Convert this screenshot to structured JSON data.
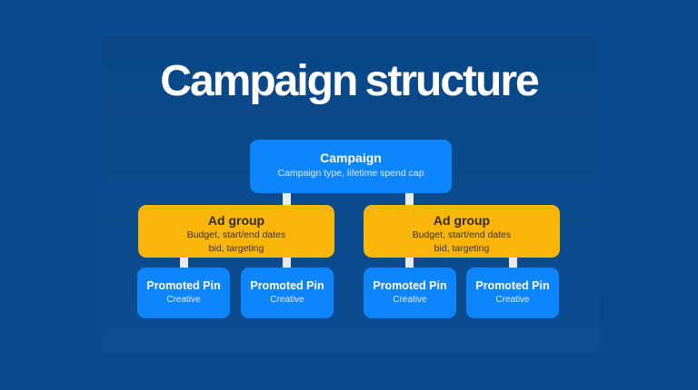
{
  "title": "Campaign structure",
  "colors": {
    "background": "#094a8d",
    "node_blue": "#0d85fc",
    "node_yellow": "#f9b50a",
    "connector": "#e9eaec",
    "title_text": "#ffffff",
    "yellow_node_text": "#322b15"
  },
  "diagram": {
    "campaign": {
      "title": "Campaign",
      "subtitle": "Campaign type, lifetime spend cap"
    },
    "ad_groups": [
      {
        "title": "Ad group",
        "line1": "Budget, start/end dates",
        "line2": "bid, targeting"
      },
      {
        "title": "Ad group",
        "line1": "Budget, start/end dates",
        "line2": "bid, targeting"
      }
    ],
    "promoted_pins": [
      {
        "title": "Promoted Pin",
        "subtitle": "Creative"
      },
      {
        "title": "Promoted Pin",
        "subtitle": "Creative"
      },
      {
        "title": "Promoted Pin",
        "subtitle": "Creative"
      },
      {
        "title": "Promoted Pin",
        "subtitle": "Creative"
      }
    ]
  }
}
